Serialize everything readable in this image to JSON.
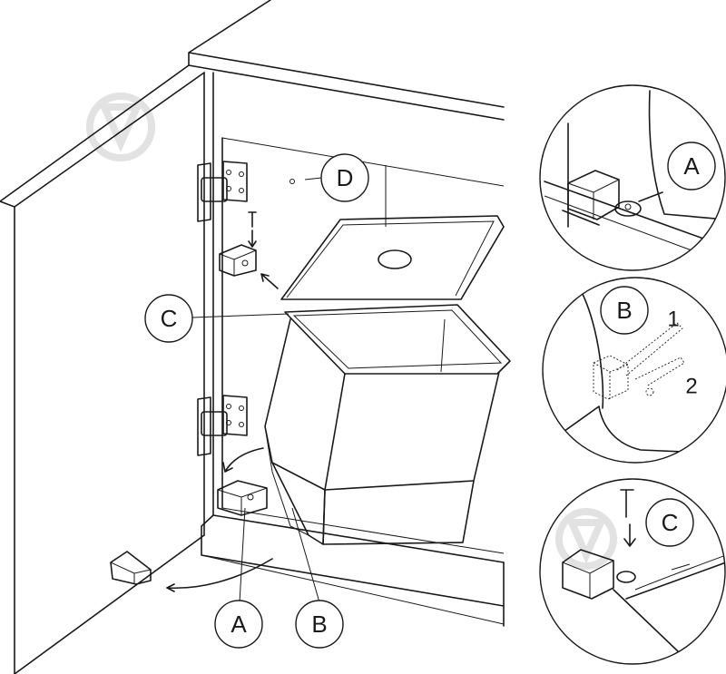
{
  "callouts": {
    "main_d": "D",
    "main_c": "C",
    "main_a": "A",
    "main_b": "B",
    "zoom_a": "A",
    "zoom_b": "B",
    "zoom_c": "C"
  },
  "step_numbers": {
    "one": "1",
    "two": "2"
  },
  "colors": {
    "line": "#1a1a1a",
    "background": "#ffffff",
    "watermark": "#e2e2e2"
  }
}
